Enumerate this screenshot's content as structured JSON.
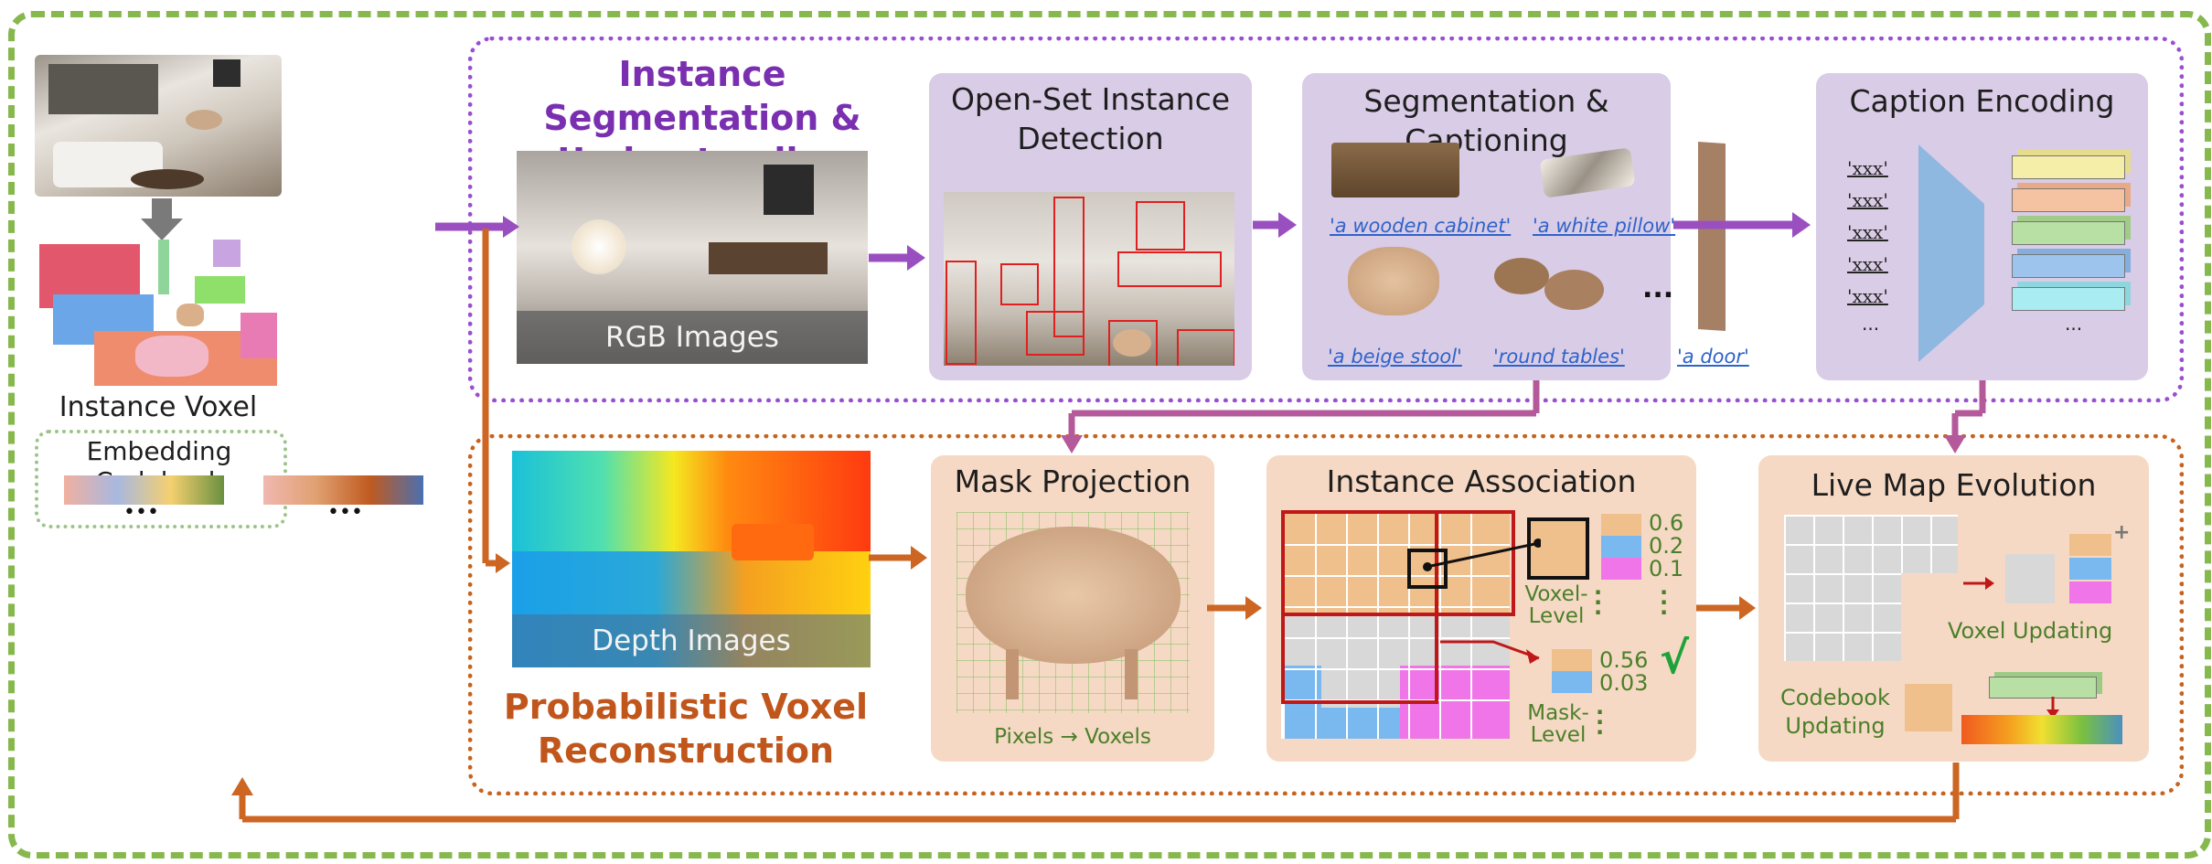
{
  "colors": {
    "outer_border": "#86b84e",
    "top_border": "#9a4fd0",
    "bottom_border": "#c8621d",
    "purple_panel": "#d9cce6",
    "orange_panel": "#f6d9c4",
    "purple_heading": "#7a2fb0",
    "orange_heading": "#c0561b",
    "purple_arrow": "#9a4fc0",
    "orange_arrow": "#cc6622"
  },
  "left": {
    "instance_voxel": "Instance Voxel",
    "embedding_codebook": "Embedding Codebook",
    "ellipsis_1": "•••",
    "ellipsis_2": "•••"
  },
  "top_section": {
    "heading": "Instance Segmentation & Understanding",
    "rgb_caption": "RGB Images",
    "detection_title": "Open-Set Instance Detection",
    "segcap_title": "Segmentation & Captioning",
    "captions": {
      "cabinet": "'a wooden cabinet'",
      "pillow": "'a white pillow'",
      "stool": "'a beige stool'",
      "tables": "'round tables'",
      "door": "'a door'",
      "dots": "..."
    },
    "encoding_title": "Caption Encoding",
    "codes": [
      "'xxx'",
      "'xxx'",
      "'xxx'",
      "'xxx'",
      "'xxx'"
    ],
    "codes_more": "...",
    "embed_more": "..."
  },
  "bottom_section": {
    "heading": "Probabilistic Voxel Reconstruction",
    "depth_caption": "Depth Images",
    "mask_title": "Mask Projection",
    "mask_sub": "Pixels → Voxels",
    "assoc_title": "Instance Association",
    "voxel_scores": [
      "0.6",
      "0.2",
      "0.1"
    ],
    "voxel_level": "Voxel-Level",
    "mask_scores": [
      "0.56",
      "0.03"
    ],
    "mask_level": "Mask-Level",
    "check": "√",
    "live_title": "Live Map Evolution",
    "voxel_updating": "Voxel Updating",
    "codebook_updating": "Codebook Updating",
    "plus": "+"
  },
  "icons": [
    "down-arrow-icon",
    "checkmark-icon",
    "red-arrow-icon",
    "plus-icon"
  ]
}
